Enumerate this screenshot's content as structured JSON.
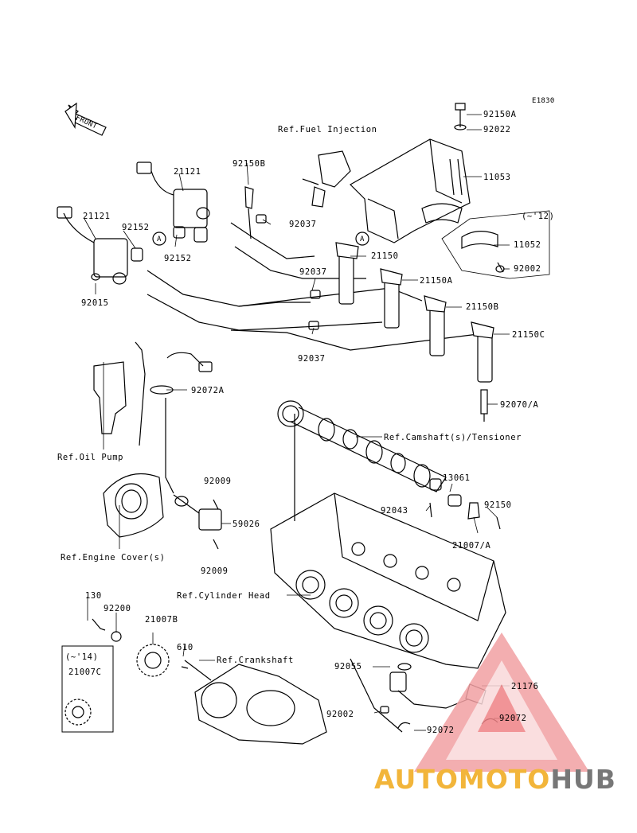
{
  "diagram": {
    "code": "E1830",
    "front_label": "FRONT",
    "labels": {
      "p92150A": "92150A",
      "p92022": "92022",
      "ref_fuel": "Ref.Fuel Injection",
      "p11053": "11053",
      "p21121a": "21121",
      "p92150B": "92150B",
      "p21121b": "21121",
      "p92152a": "92152",
      "p92037a": "92037",
      "p12note": "(~'12)",
      "p11052": "11052",
      "p92152b": "92152",
      "p21150": "21150",
      "p92002a": "92002",
      "p92037b": "92037",
      "p21150A": "21150A",
      "p92015": "92015",
      "p21150B": "21150B",
      "p21150C": "21150C",
      "p92037c": "92037",
      "p92072A": "92072A",
      "p92070A": "92070/A",
      "ref_cam": "Ref.Camshaft(s)/Tensioner",
      "ref_oil": "Ref.Oil Pump",
      "p13061": "13061",
      "p92009a": "92009",
      "p92150": "92150",
      "p92043": "92043",
      "p59026": "59026",
      "p21007A": "21007/A",
      "ref_engine_cover": "Ref.Engine Cover(s)",
      "p92009b": "92009",
      "ref_cyl": "Ref.Cylinder Head",
      "p130": "130",
      "p92200": "92200",
      "p21007B": "21007B",
      "p610": "610",
      "p14note": "(~'14)",
      "ref_crank": "Ref.Crankshaft",
      "p21007C": "21007C",
      "p92055": "92055",
      "p21176": "21176",
      "p92002b": "92002",
      "p92072a": "92072",
      "p92072b": "92072",
      "circle_a1": "A",
      "circle_a2": "A"
    }
  },
  "watermark": {
    "part1": "AUTOMOTO",
    "part2": "HUB",
    "color_primary": "#e8474d",
    "color_secondary": "#f2b53a",
    "color_gray": "#777777"
  }
}
